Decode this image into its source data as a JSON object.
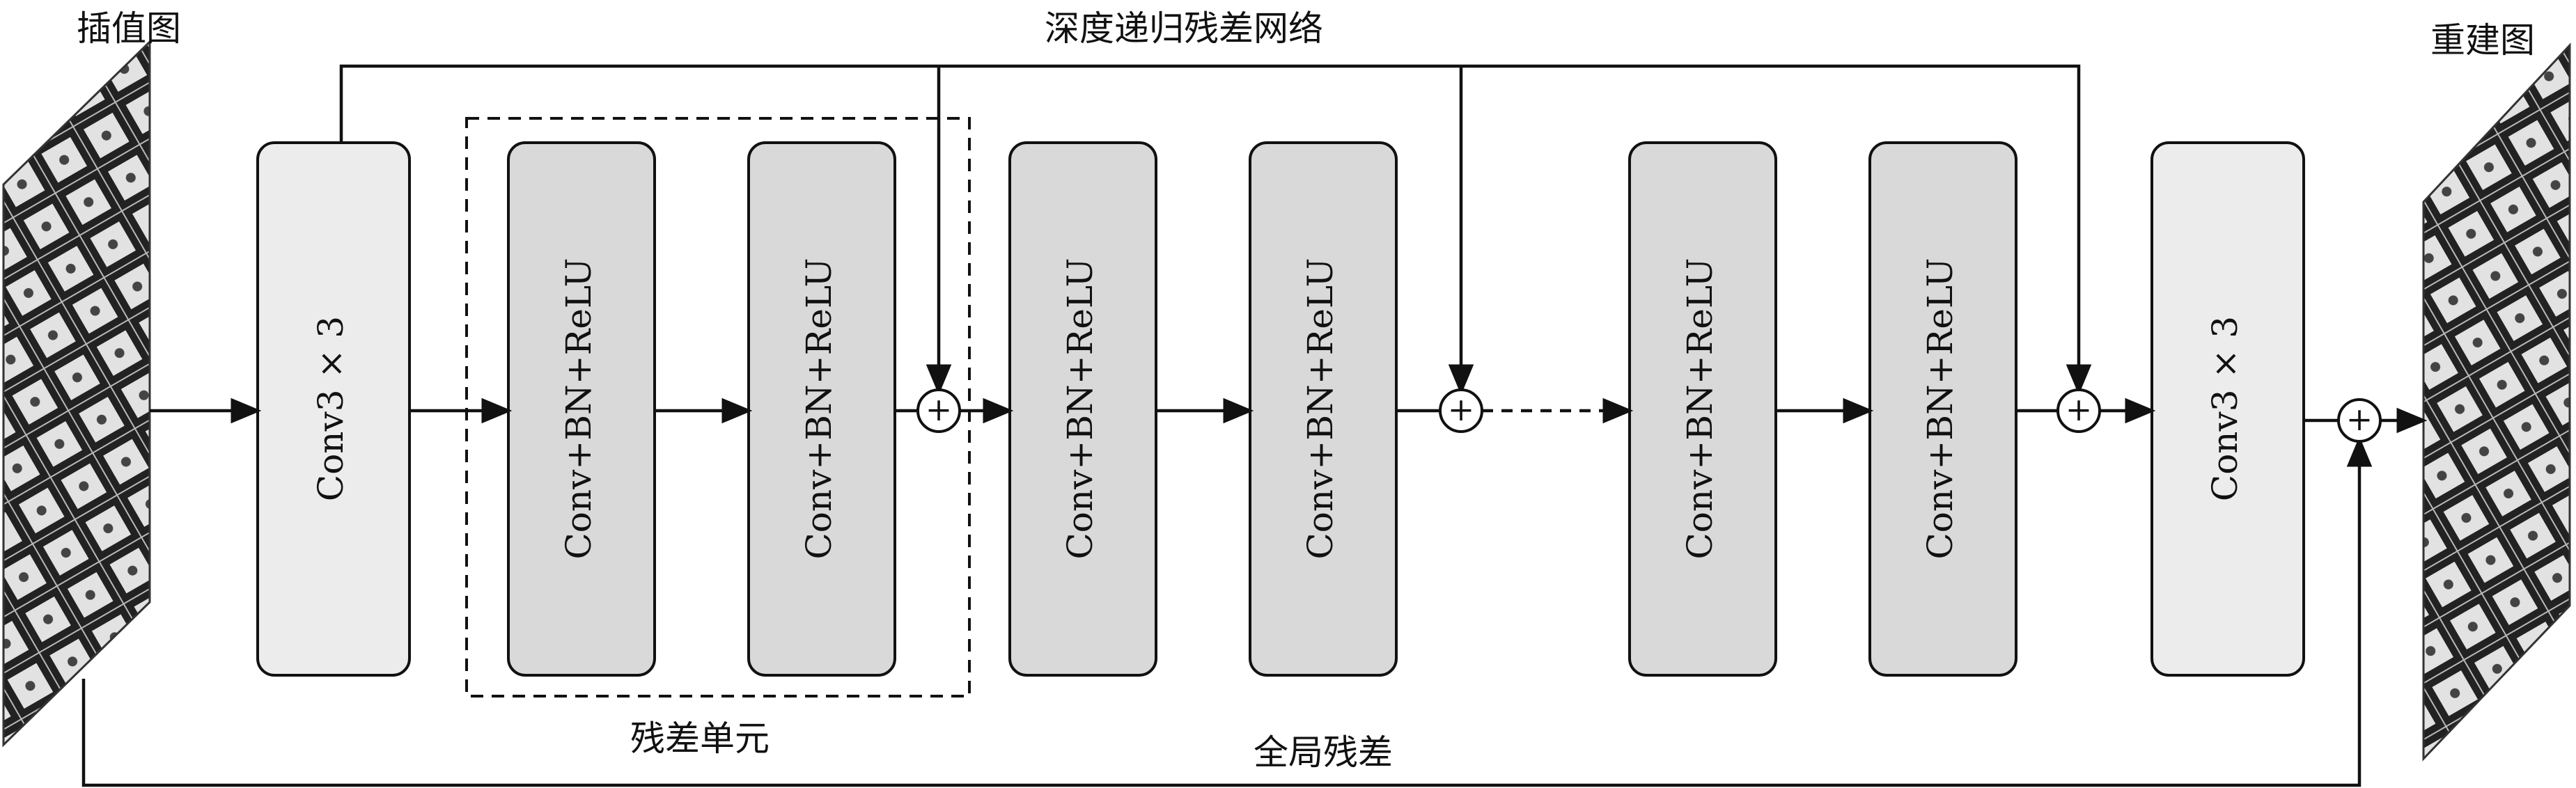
{
  "title": "深度递归残差网络",
  "input_label": "插值图",
  "output_label": "重建图",
  "residual_unit_label": "残差单元",
  "global_residual_label": "全局残差",
  "blocks": [
    {
      "label": "Conv3 × 3",
      "kind": "conv"
    },
    {
      "label": "Conv+BN+ReLU",
      "kind": "unit"
    },
    {
      "label": "Conv+BN+ReLU",
      "kind": "unit"
    },
    {
      "label": "Conv+BN+ReLU",
      "kind": "unit"
    },
    {
      "label": "Conv+BN+ReLU",
      "kind": "unit"
    },
    {
      "label": "Conv+BN+ReLU",
      "kind": "unit"
    },
    {
      "label": "Conv+BN+ReLU",
      "kind": "unit"
    },
    {
      "label": "Conv3 × 3",
      "kind": "conv"
    }
  ],
  "sum_symbol": "+",
  "colors": {
    "conv_fill": "#ececec",
    "unit_fill": "#d9d9d9",
    "line": "#111111"
  }
}
